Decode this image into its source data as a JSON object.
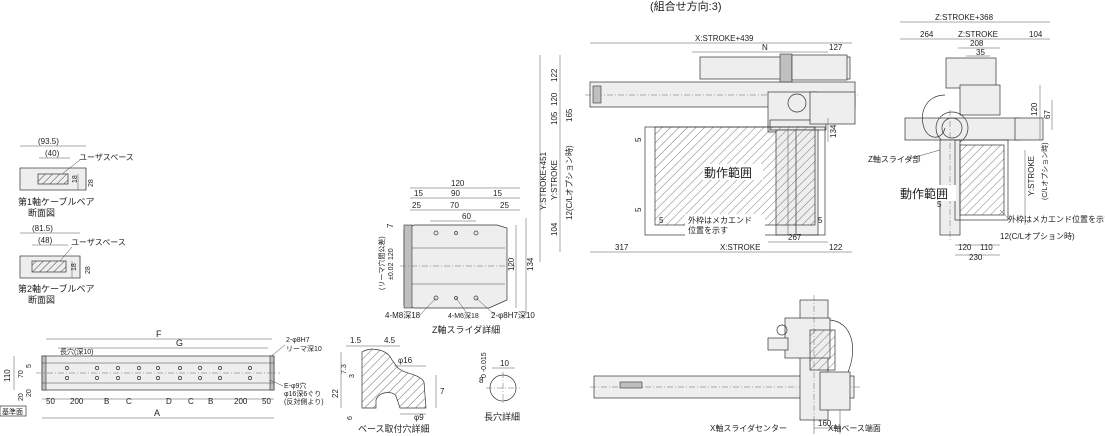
{
  "header": {
    "combo_direction": "(組合せ方向:3)"
  },
  "cable_bear_1": {
    "overall": "(93.5)",
    "inner": "(40)",
    "user_space": "ユーザスペース",
    "h1": "18",
    "h2": "28",
    "caption_line1": "第1軸ケーブルベア",
    "caption_line2": "断面図"
  },
  "cable_bear_2": {
    "overall": "(81.5)",
    "inner": "(48)",
    "user_space": "ユーザスペース",
    "h1": "18",
    "h2": "28",
    "caption_line1": "第2軸ケーブルベア",
    "caption_line2": "断面図"
  },
  "z_slider": {
    "dims_top": [
      "120",
      "15",
      "90",
      "15",
      "25",
      "70",
      "25",
      "60"
    ],
    "left_7": "7",
    "reamer_note_1": "(リーマ穴間公差)",
    "reamer_note_2": "±0.02",
    "reamer_note_3": "120",
    "right_120": "120",
    "right_134": "134",
    "label_m8": "4-M8深18",
    "label_m6": "4-M6深18",
    "label_pin": "2-φ8H7深10",
    "caption": "Z軸スライダ詳細"
  },
  "base": {
    "F": "F",
    "G": "G",
    "pin_note_1": "2-φ8H7",
    "pin_note_2": "リーマ深10",
    "slot_note": "長穴(深10)",
    "h110": "110",
    "h70": "70",
    "h5": "5",
    "h20": "20",
    "h20b": "20",
    "d50a": "50",
    "d200a": "200",
    "B1": "B",
    "C1": "C",
    "D": "D",
    "C2": "C",
    "B2": "B",
    "d200b": "200",
    "d50b": "50",
    "A": "A",
    "ref_face": "基準面",
    "hole_note_1": "E-φ9穴",
    "hole_note_2": "φ16深6ぐり",
    "hole_note_3": "(反対側より)"
  },
  "base_hole": {
    "d1_5": "1.5",
    "d4_5": "4.5",
    "phi16": "φ16",
    "d7_3": "7.3",
    "d3": "3",
    "d22": "22",
    "d7": "7",
    "d6": "6",
    "phi9": "φ9",
    "caption": "ベース取付穴詳細"
  },
  "slot": {
    "w10": "10",
    "h8": "8",
    "tol": "0\n-0.015",
    "caption": "長穴詳細"
  },
  "front": {
    "x_stroke_439": "X:STROKE+439",
    "N": "N",
    "d127": "127",
    "d122a": "122",
    "d120": "120",
    "d105": "105",
    "d165": "165",
    "y_stroke_451": "Y:STROKE+451",
    "y_stroke": "Y:STROKE",
    "d104": "104",
    "cl_option": "12(C/Lオプション時)",
    "d134": "134",
    "d5a": "5",
    "d5b": "5",
    "d5c": "5",
    "d5d": "5",
    "range": "動作範囲",
    "outer_frame_1": "外枠はメカエンド",
    "outer_frame_2": "位置を示す",
    "d267": "267",
    "d317": "317",
    "x_stroke": "X:STROKE",
    "d122b": "122"
  },
  "side": {
    "z_stroke_368": "Z:STROKE+368",
    "d264": "264",
    "z_stroke_208": "Z:STROKE",
    "d104": "104",
    "d208": "208",
    "d35": "35",
    "d120": "120",
    "d67": "67",
    "z_slider_part": "Z軸スライダ部",
    "range": "動作範囲",
    "y_stroke": "Y:STROKE",
    "cl_option_v": "(C/Lオプション時)",
    "d5": "5",
    "mech_end": "外枠はメカエンド位置を示す",
    "cl_option_h": "12(C/Lオプション時)",
    "d120b": "120",
    "d110": "110",
    "d230": "230"
  },
  "top_view": {
    "x_slider_center": "X軸スライダセンター",
    "d160": "160",
    "x_base_end": "X軸ベース端面"
  }
}
